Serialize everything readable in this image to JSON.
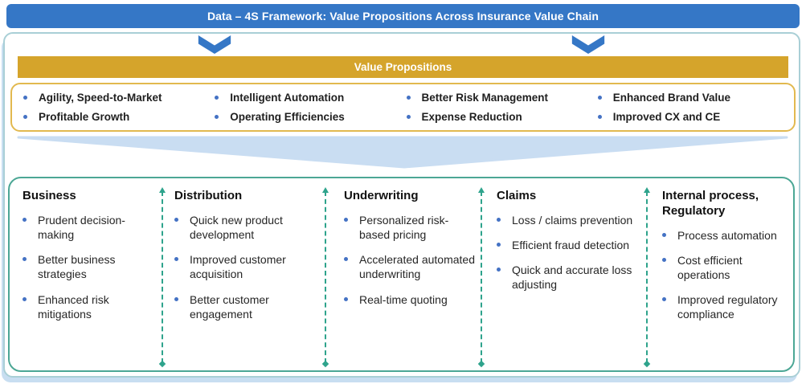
{
  "colors": {
    "header_blue": "#3577C6",
    "gold": "#D5A42B",
    "gold_border": "#E2B94F",
    "funnel_light_blue": "#C9DDF2",
    "teal_border": "#4CA795",
    "teal_dashed": "#2EA38C",
    "outer_border": "#A9CFD6",
    "bullet_blue": "#4472C4"
  },
  "title_bar": {
    "text": "Data – 4S Framework: Value Propositions Across Insurance Value Chain"
  },
  "value_propositions": {
    "header": "Value Propositions",
    "columns": [
      [
        "Agility, Speed-to-Market",
        "Profitable Growth"
      ],
      [
        "Intelligent Automation",
        "Operating Efficiencies"
      ],
      [
        "Better Risk Management",
        "Expense Reduction"
      ],
      [
        "Enhanced Brand Value",
        "Improved CX and CE"
      ]
    ]
  },
  "value_chain": {
    "columns": [
      {
        "title": "Business",
        "items": [
          "Prudent decision-making",
          "Better business strategies",
          "Enhanced risk mitigations"
        ]
      },
      {
        "title": "Distribution",
        "items": [
          "Quick new product development",
          "Improved customer acquisition",
          "Better customer engagement"
        ]
      },
      {
        "title": "Underwriting",
        "items": [
          "Personalized risk-based pricing",
          "Accelerated automated underwriting",
          "Real-time quoting"
        ]
      },
      {
        "title": "Claims",
        "items": [
          "Loss / claims prevention",
          "Efficient fraud detection",
          "Quick and accurate loss adjusting"
        ]
      },
      {
        "title": "Internal process, Regulatory",
        "items": [
          "Process automation",
          "Cost efficient operations",
          "Improved regulatory compliance"
        ]
      }
    ]
  }
}
